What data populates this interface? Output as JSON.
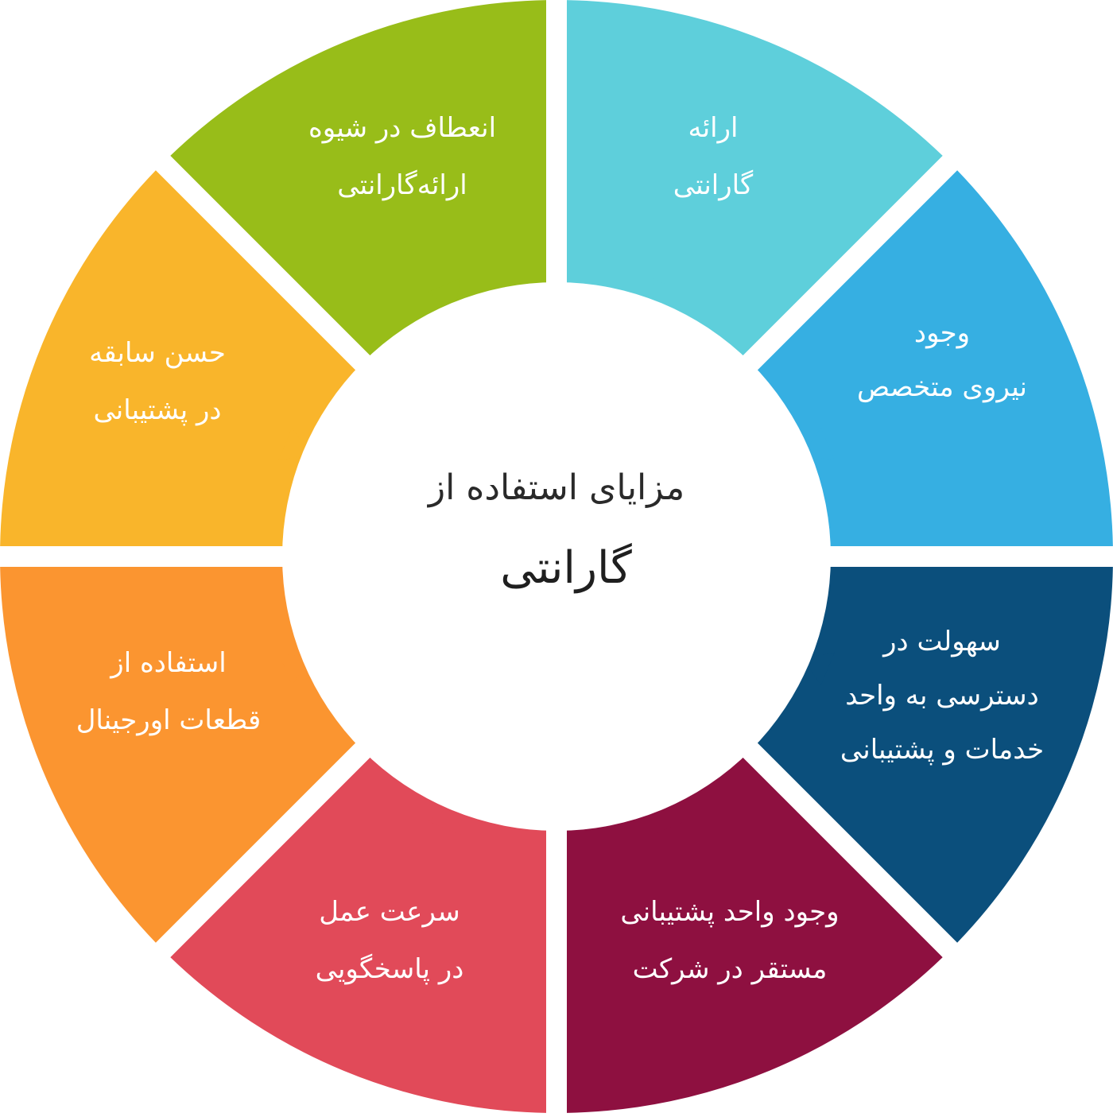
{
  "center": {
    "line1": "مزایای استفاده از",
    "line2": "گارانتی"
  },
  "segments": [
    {
      "lines": [
        "ارائه",
        "گارانتی"
      ],
      "color": "#5ECFDB",
      "text_color": "#ffffff",
      "line2_color": "#E8FAFC"
    },
    {
      "lines": [
        "وجود",
        "نیروی متخصص"
      ],
      "color": "#36AFE2",
      "text_color": "#ffffff"
    },
    {
      "lines": [
        "سهولت در",
        "دسترسی  به واحد",
        "خدمات و پشتیبانی"
      ],
      "color": "#0B4F7C",
      "text_color": "#ffffff"
    },
    {
      "lines": [
        "وجود واحد پشتیبانی",
        "مستقر در شرکت"
      ],
      "color": "#8E1040",
      "text_color": "#ffffff"
    },
    {
      "lines": [
        "سرعت عمل",
        "در پاسخگویی"
      ],
      "color": "#E14A59",
      "text_color": "#ffffff"
    },
    {
      "lines": [
        "استفاده از",
        "قطعات اورجینال"
      ],
      "color": "#FB9530",
      "text_color": "#ffffff"
    },
    {
      "lines": [
        "حسن سابقه",
        "در پشتیبانی"
      ],
      "color": "#F9B52B",
      "text_color": "#ffffff"
    },
    {
      "lines": [
        "انعطاف در شیوه",
        "ارائه‌گارانتی"
      ],
      "color": "#98BD19",
      "text_color": "#ffffff"
    }
  ]
}
